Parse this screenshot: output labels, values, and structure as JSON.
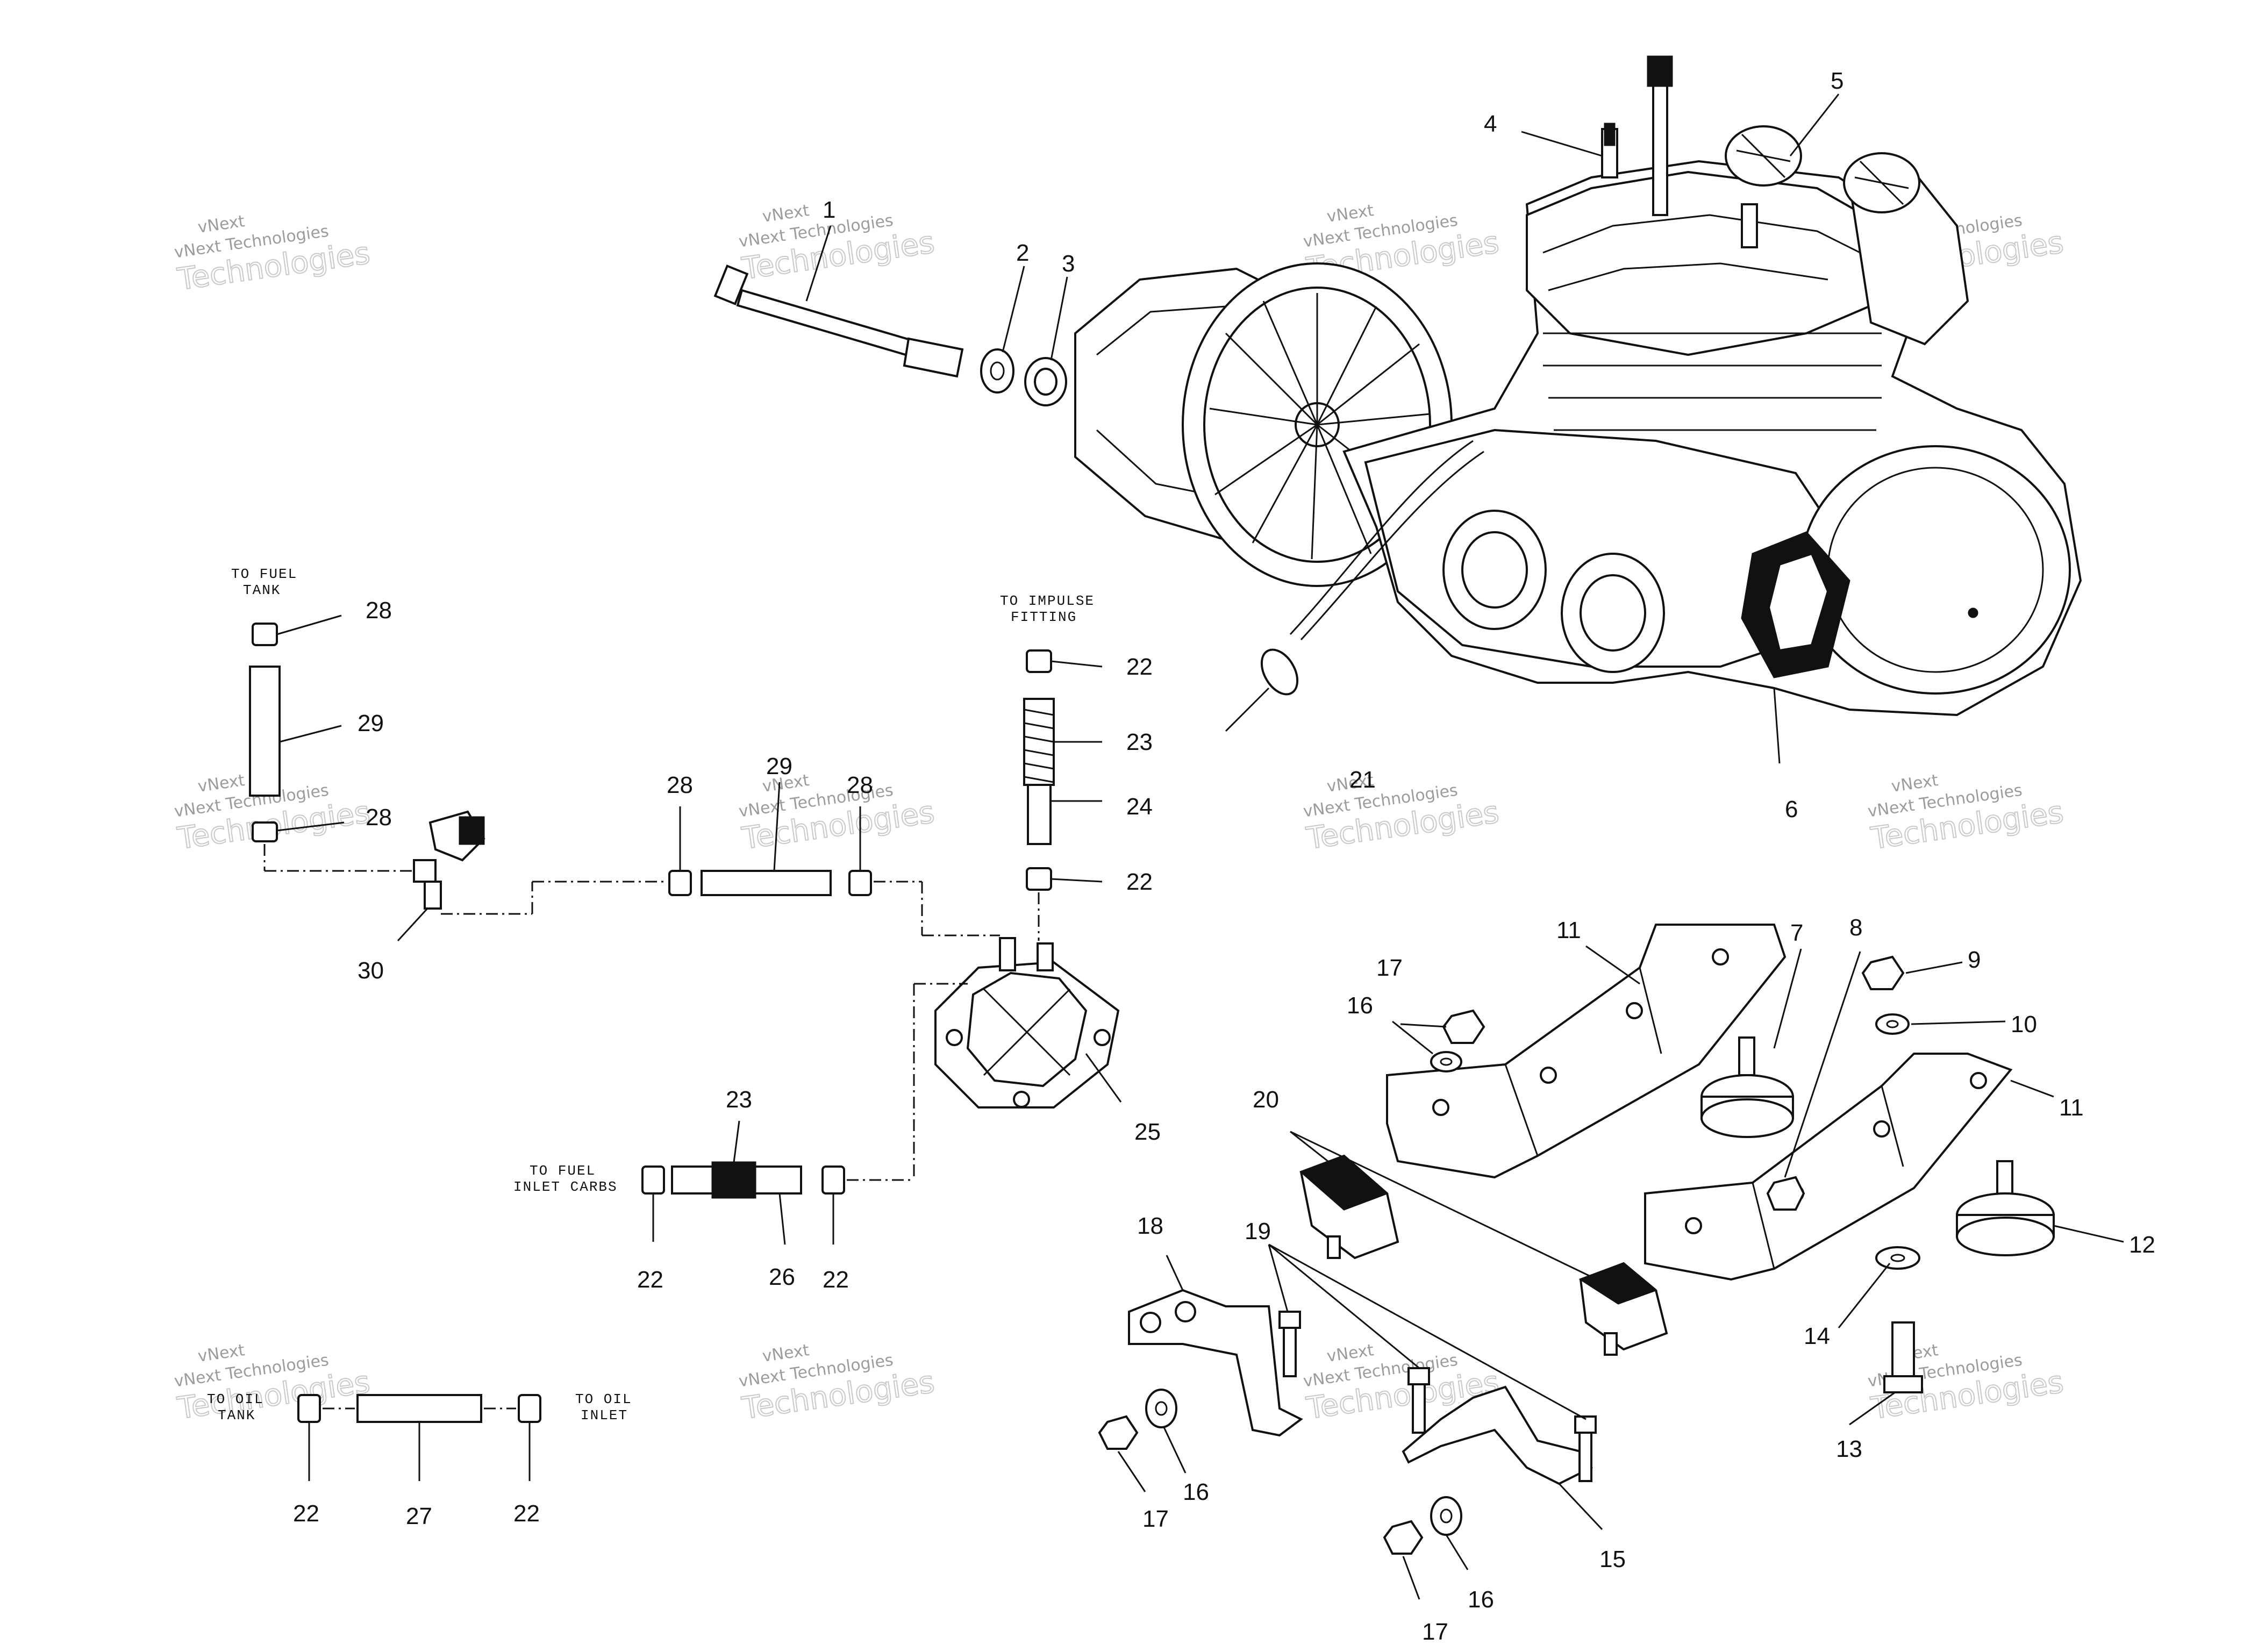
{
  "watermarks": [
    {
      "line1": "vNext Technologies",
      "line2": "Technologies",
      "brand": "vNext"
    },
    {
      "line1": "vNext Technologies",
      "line2": "Technologies",
      "brand": "vNext"
    },
    {
      "line1": "vNext Technologies",
      "line2": "Technologies",
      "brand": "vNext"
    },
    {
      "line1": "vNext Technologies",
      "line2": "Technologies",
      "brand": "vNext"
    },
    {
      "line1": "vNext Technologies",
      "line2": "Technologies",
      "brand": "vNext"
    },
    {
      "line1": "vNext Technologies",
      "line2": "Technologies",
      "brand": "vNext"
    },
    {
      "line1": "vNext Technologies",
      "line2": "Technologies",
      "brand": "vNext"
    },
    {
      "line1": "vNext Technologies",
      "line2": "Technologies",
      "brand": "vNext"
    },
    {
      "line1": "vNext Technologies",
      "line2": "Technologies",
      "brand": "vNext"
    },
    {
      "line1": "vNext Technologies",
      "line2": "Technologies",
      "brand": "vNext"
    },
    {
      "line1": "vNext Technologies",
      "line2": "Technologies",
      "brand": "vNext"
    },
    {
      "line1": "vNext Technologies",
      "line2": "Technologies",
      "brand": "vNext"
    }
  ],
  "notes": {
    "to_fuel_tank_1": "TO FUEL",
    "to_fuel_tank_2": "TANK",
    "to_impulse_1": "TO IMPULSE",
    "to_impulse_2": "FITTING",
    "to_fuel_inlet_1": "TO FUEL",
    "to_fuel_inlet_2": "INLET CARBS",
    "to_oil_tank_1": "TO OIL",
    "to_oil_tank_2": "TANK",
    "to_oil_inlet_1": "TO OIL",
    "to_oil_inlet_2": "INLET"
  },
  "callouts": {
    "c1": "1",
    "c2": "2",
    "c3": "3",
    "c4": "4",
    "c5": "5",
    "c6": "6",
    "c7": "7",
    "c8": "8",
    "c9": "9",
    "c10": "10",
    "c11a": "11",
    "c11b": "11",
    "c12": "12",
    "c13": "13",
    "c14": "14",
    "c15": "15",
    "c16a": "16",
    "c16b": "16",
    "c16c": "16",
    "c17a": "17",
    "c17b": "17",
    "c17c": "17",
    "c18": "18",
    "c19": "19",
    "c20": "20",
    "c21": "21",
    "c22a": "22",
    "c22b": "22",
    "c22c": "22",
    "c22d": "22",
    "c22e": "22",
    "c22f": "22",
    "c23a": "23",
    "c23b": "23",
    "c24": "24",
    "c25": "25",
    "c26": "26",
    "c27": "27",
    "c28a": "28",
    "c28b": "28",
    "c28c": "28",
    "c28d": "28",
    "c29a": "29",
    "c29b": "29",
    "c30": "30"
  }
}
